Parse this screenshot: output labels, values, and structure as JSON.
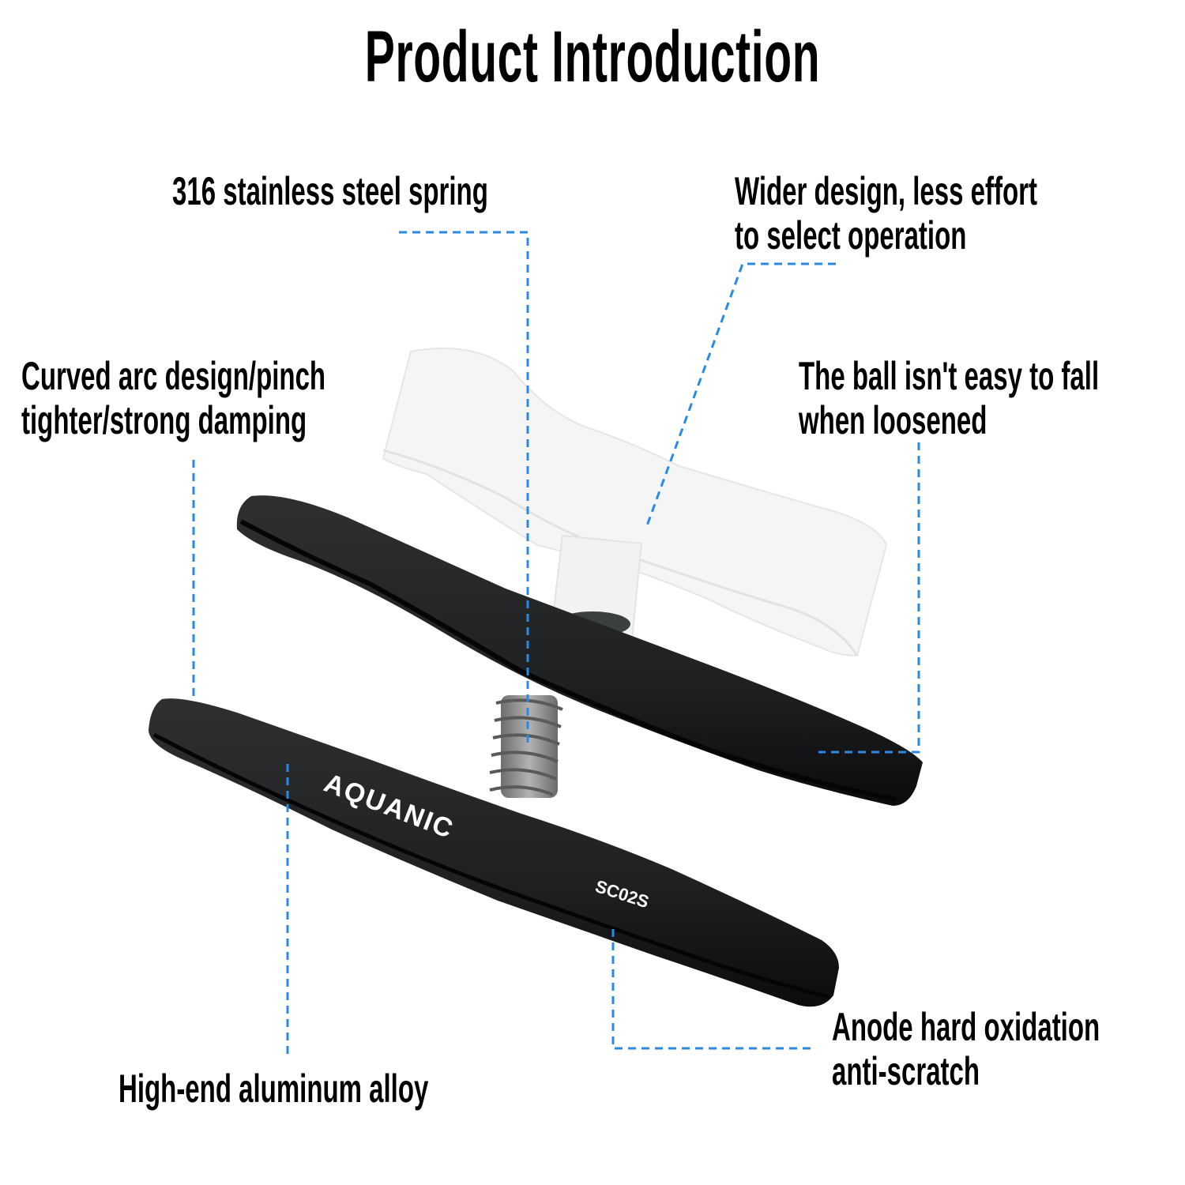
{
  "title": "Product Introduction",
  "product": {
    "brand_mark": "AQUANIC",
    "model": "SC02S"
  },
  "callouts": [
    {
      "id": "spring",
      "lines": [
        "316 stainless steel spring"
      ]
    },
    {
      "id": "wider-design",
      "lines": [
        "Wider design, less effort",
        "to select operation"
      ]
    },
    {
      "id": "curved-arc",
      "lines": [
        "Curved arc design/pinch",
        "tighter/strong damping"
      ]
    },
    {
      "id": "ball-retention",
      "lines": [
        "The ball isn't easy to fall",
        "when loosened"
      ]
    },
    {
      "id": "aluminum",
      "lines": [
        "High-end aluminum alloy"
      ]
    },
    {
      "id": "anodized",
      "lines": [
        "Anode hard oxidation",
        "anti-scratch"
      ]
    }
  ],
  "colors": {
    "leader_line": "#2a8ae2",
    "arm": "#1c1d1f",
    "knob": "#f4f4f4",
    "spring": "#8a8a8a"
  }
}
